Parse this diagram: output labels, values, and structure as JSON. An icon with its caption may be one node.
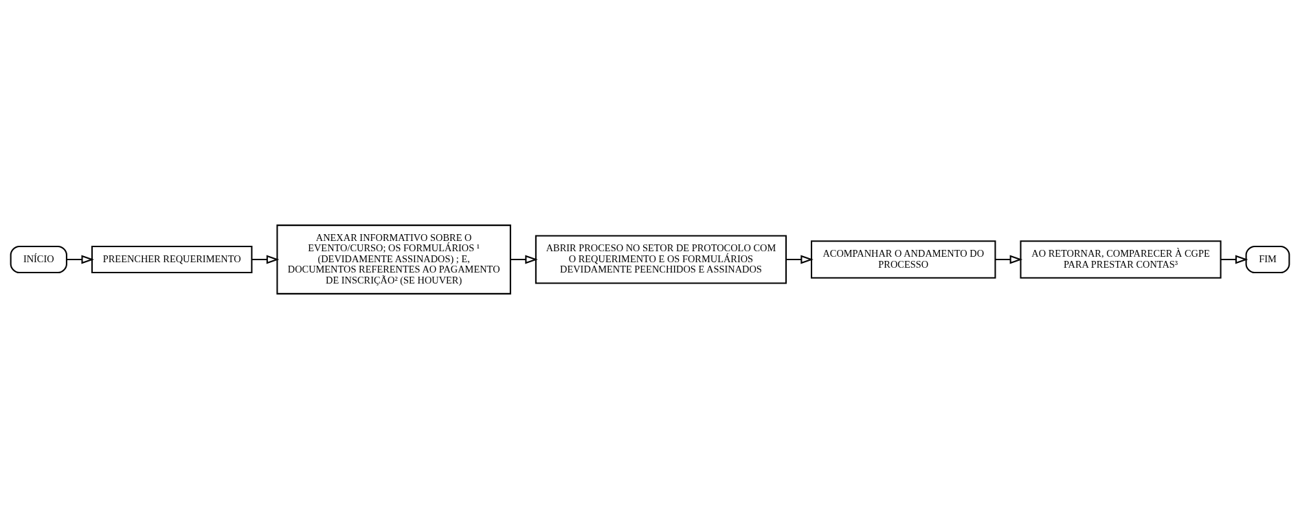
{
  "diagram": {
    "nodes": [
      {
        "text": [
          "INÍCIO"
        ]
      },
      {
        "text": [
          "PREENCHER REQUERIMENTO"
        ]
      },
      {
        "text": [
          "ANEXAR INFORMATIVO SOBRE O EVENTO/CURSO; OS FORMULÁRIOS ¹ (DEVIDAMENTE ASSINADOS) ; E, DOCUMENTOS REFERENTES AO PAGAMENTO DE INSCRIÇÃO² (SE HOUVER)"
        ]
      },
      {
        "text": [
          "ABRIR PROCESO NO SETOR DE PROTOCOLO COM O REQUERIMENTO E OS FORMULÁRIOS DEVIDAMENTE PEENCHIDOS E ASSINADOS"
        ]
      },
      {
        "text": [
          "ACOMPANHAR O ANDAMENTO DO PROCESSO"
        ]
      },
      {
        "text": [
          "AO RETORNAR, COMPARECER À CGPE  PARA PRESTAR CONTAS³"
        ]
      },
      {
        "text": [
          "FIM"
        ]
      }
    ],
    "edges": [
      {
        "from": 0,
        "to": 1,
        "arrow": "to"
      },
      {
        "from": 1,
        "to": 2,
        "arrow": "to"
      },
      {
        "from": 2,
        "to": 3,
        "arrow": "to"
      },
      {
        "from": 3,
        "to": 4,
        "arrow": "to"
      },
      {
        "from": 4,
        "to": 5,
        "arrow": "to"
      },
      {
        "from": 5,
        "to": 6,
        "arrow": "to"
      }
    ]
  }
}
